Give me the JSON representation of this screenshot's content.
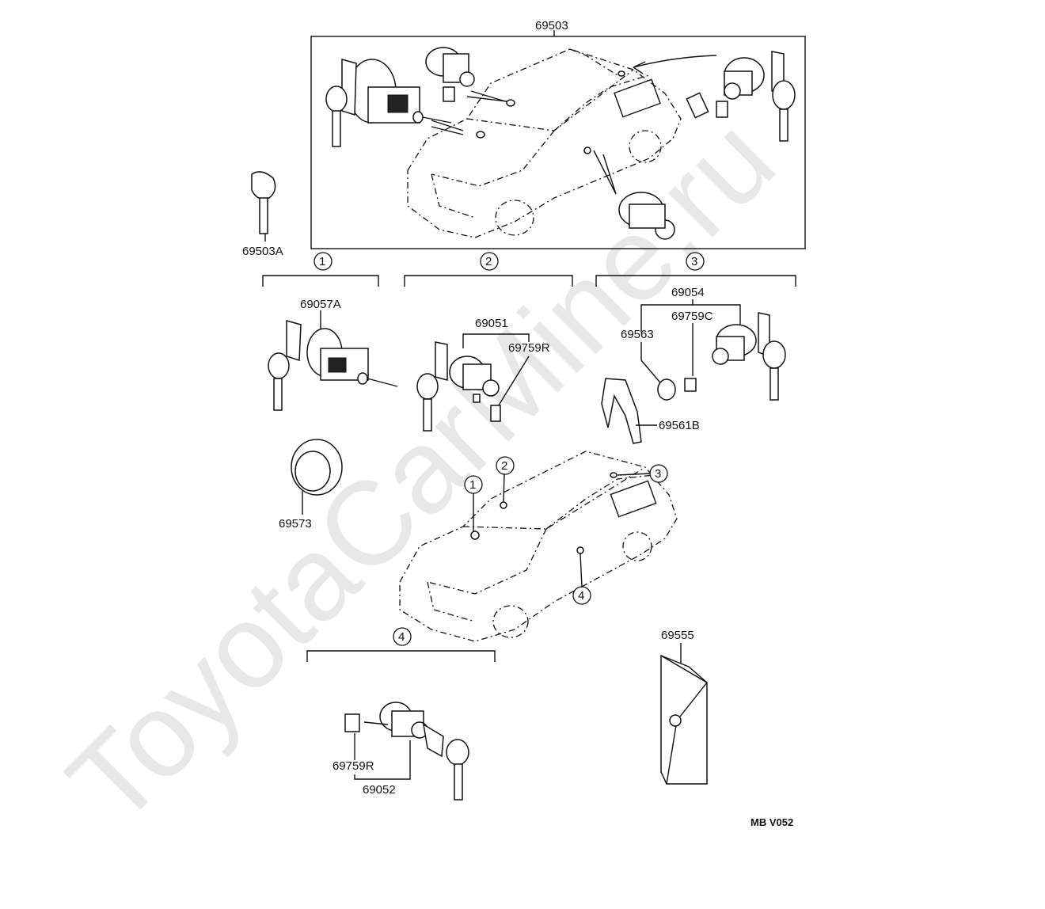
{
  "watermark": "ToyotaCarMine.ru",
  "labels": {
    "set_top": "69503",
    "key_single": "69503A",
    "ignition_cylinder": "69057A",
    "ignition_ring": "69573",
    "door_cylinder_set": "69051",
    "door_retainer": "69759R",
    "hatch_cylinder_set": "69054",
    "hatch_retainer": "69759C",
    "hatch_pad": "69563",
    "hatch_bracket": "69561B",
    "rear_door_set": "69052",
    "rear_retainer": "69759R",
    "key_plate": "69555"
  },
  "groups": {
    "g1": "1",
    "g2": "2",
    "g3": "3",
    "g4": "4"
  },
  "car_markers": {
    "m1": "1",
    "m2": "2",
    "m3": "3",
    "m4": "4"
  },
  "code": "MB  V052"
}
